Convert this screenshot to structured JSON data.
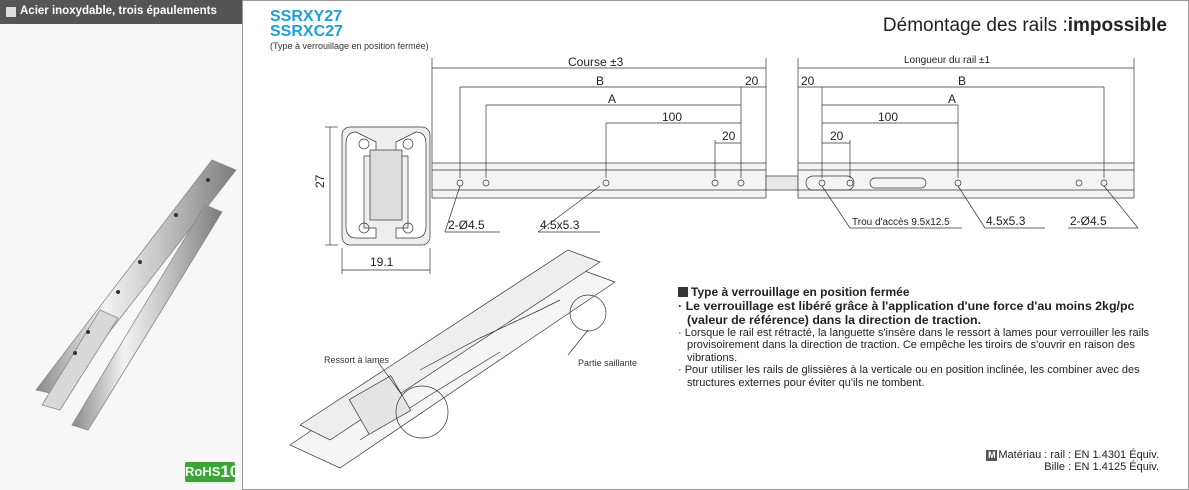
{
  "sidebar": {
    "header": "Acier inoxydable, trois épaulements",
    "rohs_prefix": "RoHS",
    "rohs_number": "10"
  },
  "header": {
    "model_1": "SSRXY27",
    "model_2": "SSRXC27",
    "subtitle": "(Type à verrouillage en position fermée)",
    "disassembly_label": "Démontage des rails :",
    "disassembly_value": "impossible"
  },
  "drawing": {
    "course": "Course ±3",
    "rail_length": "Longueur du rail ±1",
    "dim_B": "B",
    "dim_A": "A",
    "dim_100": "100",
    "dim_20": "20",
    "height": "27",
    "width": "19.1",
    "hole_2x": "2-Ø4.5",
    "slot": "4.5x5.3",
    "access_hole": "Trou d'accès 9.5x12.5",
    "leaf_spring": "Ressort à lames",
    "protrusion": "Partie saillante"
  },
  "info": {
    "heading": "Type à verrouillage en position fermée",
    "bullet_1": "· Le verrouillage est libéré grâce à l'application d'une force d'au moins 2kg/pc (valeur de référence) dans la direction de traction.",
    "bullet_2": "· Lorsque le rail est rétracté, la languette s'insère dans le ressort à lames pour verrouiller les rails provisoirement dans la direction de traction. Ce empêche les tiroirs de s'ouvrir en raison des vibrations.",
    "bullet_3": "· Pour utiliser les rails de glissières à la verticale ou en position inclinée, les combiner avec des structures externes pour éviter qu'ils ne tombent."
  },
  "material": {
    "icon": "M",
    "line_1": "Matériau : rail : EN 1.4301 Équiv.",
    "line_2": "Bille : EN 1.4125 Équiv."
  }
}
